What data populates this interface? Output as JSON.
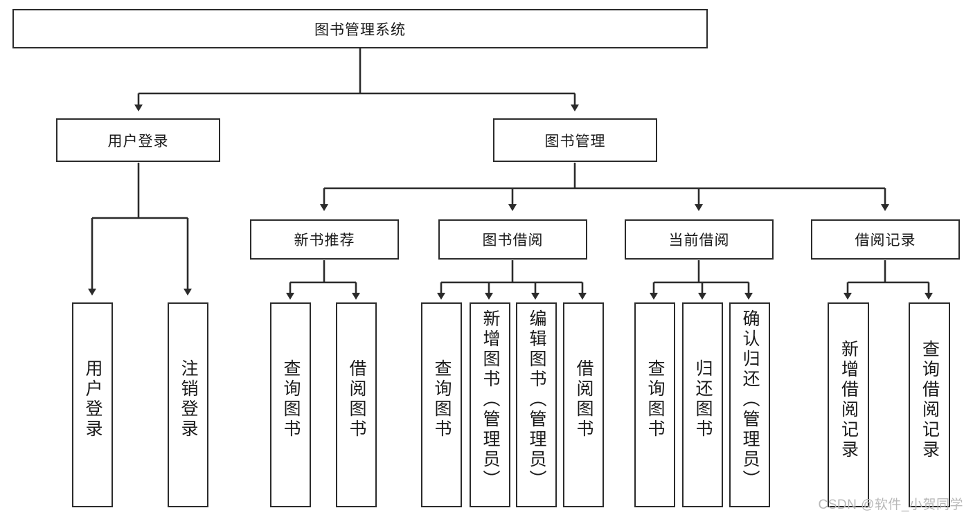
{
  "diagram": {
    "title": "图书管理系统",
    "type": "hierarchy-tree",
    "root": {
      "id": "root",
      "label": "图书管理系统"
    },
    "level2": [
      {
        "id": "user-login",
        "label": "用户登录"
      },
      {
        "id": "book-manage",
        "label": "图书管理"
      }
    ],
    "level3": [
      {
        "id": "new-book-recommend",
        "label": "新书推荐"
      },
      {
        "id": "book-borrow",
        "label": "图书借阅"
      },
      {
        "id": "current-borrow",
        "label": "当前借阅"
      },
      {
        "id": "borrow-record",
        "label": "借阅记录"
      }
    ],
    "leaves": [
      {
        "id": "leaf-user-login",
        "label": "用户登录",
        "parent": "user-login"
      },
      {
        "id": "leaf-logout-login",
        "label": "注销登录",
        "parent": "user-login"
      },
      {
        "id": "leaf-query-book-1",
        "label": "查询图书",
        "parent": "new-book-recommend"
      },
      {
        "id": "leaf-borrow-book-1",
        "label": "借阅图书",
        "parent": "new-book-recommend"
      },
      {
        "id": "leaf-query-book-2",
        "label": "查询图书",
        "parent": "book-borrow"
      },
      {
        "id": "leaf-add-book",
        "label": "新增图书（管理员）",
        "parent": "book-borrow"
      },
      {
        "id": "leaf-edit-book",
        "label": "编辑图书（管理员）",
        "parent": "book-borrow"
      },
      {
        "id": "leaf-borrow-book-2",
        "label": "借阅图书",
        "parent": "book-borrow"
      },
      {
        "id": "leaf-query-book-3",
        "label": "查询图书",
        "parent": "current-borrow"
      },
      {
        "id": "leaf-return-book",
        "label": "归还图书",
        "parent": "current-borrow"
      },
      {
        "id": "leaf-confirm-return",
        "label": "确认归还（管理员）",
        "parent": "current-borrow"
      },
      {
        "id": "leaf-add-record",
        "label": "新增借阅记录",
        "parent": "borrow-record"
      },
      {
        "id": "leaf-query-record",
        "label": "查询借阅记录",
        "parent": "borrow-record"
      }
    ],
    "colors": {
      "stroke": "#2b2b2b",
      "background": "#ffffff",
      "text": "#1a1a1a",
      "watermark": "#b8b8b8"
    }
  },
  "watermark": {
    "text": "CSDN @软件_小贺同学"
  }
}
